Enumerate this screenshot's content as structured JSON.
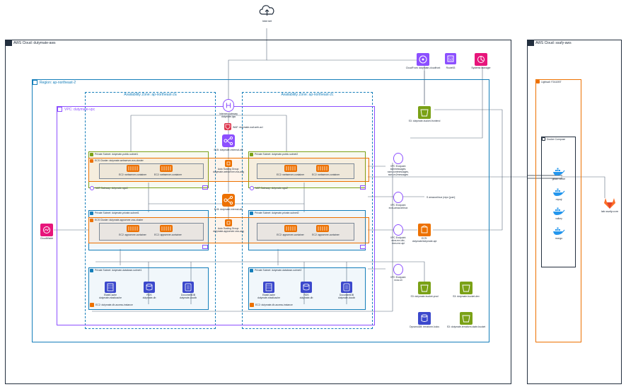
{
  "internet": {
    "label": "Internet"
  },
  "aws_cloud_main": {
    "label": "AWS Cloud: dutymate-aws"
  },
  "aws_cloud_ssafy": {
    "label": "AWS Cloud: ssafy-aws"
  },
  "region": {
    "label": "Region: ap-northeast-2"
  },
  "vpc": {
    "label": "VPC: dutymate-vpc"
  },
  "az_a": {
    "label": "Availability Zone: ap-northeast-2a"
  },
  "az_c": {
    "label": "Availability Zone: ap-northeast-2c"
  },
  "global_services": {
    "cloudfront": "CloudFront: dutymate-cloudfront",
    "route53": "Route53",
    "systems_manager": "Systems Manager"
  },
  "igw": {
    "line1": "Internet Gateway",
    "line2": "dutymate-igw"
  },
  "waf": {
    "label": "WAF: dutymate-waf-web-acl"
  },
  "elb_external": {
    "label": "ELB: dutymate-external-alb"
  },
  "elb_internal": {
    "label": "ELB: dutymate-internal-alb"
  },
  "asg_web": {
    "line1": "Auto Scaling Group:",
    "line2": "dutymate-webserver-ecs-asg"
  },
  "asg_app": {
    "line1": "Auto Scaling Group:",
    "line2": "dutymate-appserver-ecs-asg"
  },
  "public_subnet1": {
    "label": "Private Subnet: dutymate-public-subnet1"
  },
  "public_subnet2": {
    "label": "Private Subnet: dutymate-public-subnet2"
  },
  "ecs_web": {
    "label": "ECS Cluster: dutymate-webserver-ecs-cluster"
  },
  "ecs_app": {
    "label": "ECS Cluster: dutymate-appserver-ecs-cluster"
  },
  "ec2_web_left": [
    "EC2: webserver-container",
    "EC2: webserver-container"
  ],
  "ec2_web_right": [
    "EC2: webserver-container",
    "EC2: webserver-container"
  ],
  "ec2_app_left": [
    "EC2: appserver-container",
    "EC2: appserver-container"
  ],
  "ec2_app_right": [
    "EC2: appserver-container",
    "EC2: appserver-container"
  ],
  "nat1": {
    "label": "NAT Gateway: dutymate-ngw1"
  },
  "nat2": {
    "label": "NAT Gateway: dutymate-ngw2"
  },
  "private_subnet1": {
    "label": "Private Subnet: dutymate-private-subnet1"
  },
  "private_subnet2": {
    "label": "Private Subnet: dutymate-private-subnet2"
  },
  "db_subnet1": {
    "label": "Private Subnet: dutymate-database-subnet1"
  },
  "db_subnet2": {
    "label": "Private Subnet: dutymate-database-subnet2"
  },
  "db_left": {
    "elasticache": {
      "line1": "ElastiCache",
      "line2": "dutymate-elasticache"
    },
    "rds": {
      "line1": "RDS",
      "line2": "dutymate-db"
    },
    "docdb": {
      "line1": "DocumentDB",
      "line2": "dutymate-docdb"
    },
    "access": "EC2: dutymate-db-access-instance"
  },
  "db_right": {
    "elasticache": {
      "line1": "ElastiCache",
      "line2": "dutymate-elasticache"
    },
    "rds": {
      "line1": "RDS",
      "line2": "dutymate-db"
    },
    "docdb": {
      "line1": "DocumentDB",
      "line2": "dutymate-docdb"
    },
    "access": "EC2: dutymate-db-access-instance"
  },
  "cloudwatch": {
    "label": "CloudWatch"
  },
  "s3_frontend": {
    "label": "S3: dutymate-bucket-frontend"
  },
  "vpc_endpoint_ssm": {
    "line1": "VPC Endpoint:",
    "line2": "ssmmessages,",
    "line3": "ssm-contmessages,",
    "line4": "ssm-ec2messages"
  },
  "vpc_endpoint_ecr_api": {
    "line1": "VPC Endpoint:",
    "line2": "ecra-amazonlinux"
  },
  "amazonlinux_label": "S amazonlinux (repo [yum]",
  "vpc_endpoint_ecr": {
    "line1": "VPC Endpoint:",
    "line2": "ecra-ecr-dkr,",
    "line3": "ecra-ecr-api"
  },
  "ecr": {
    "line1": "ECR:",
    "line2": "dutymate/dutymate-api"
  },
  "vpc_endpoint_s3": {
    "line1": "VPC Endpoint:",
    "line2": "ecra-s3"
  },
  "s3_prod": {
    "label": "S3: dutymate-bucket-prod"
  },
  "s3_dev": {
    "label": "S3: dutymate-bucket-dev"
  },
  "dynamodb": {
    "label": "DynamoDB: terraform-locks"
  },
  "s3_tfstate": {
    "label": "S3: dutymate-terraform-state-bucket"
  },
  "lightsail": {
    "label": "Lightsail: F2A10BT"
  },
  "compose": {
    "label": "Docker Compose"
  },
  "containers": [
    "gitlab runner",
    "mysql",
    "valkey",
    "mongo"
  ],
  "gitlab": {
    "label": "lab.ssafy.com"
  },
  "colors": {
    "compute": "#ed7100",
    "storage": "#7aa116",
    "network": "#8c4fff",
    "database": "#3b48cc",
    "management": "#e7157b",
    "region": "#147eba"
  }
}
